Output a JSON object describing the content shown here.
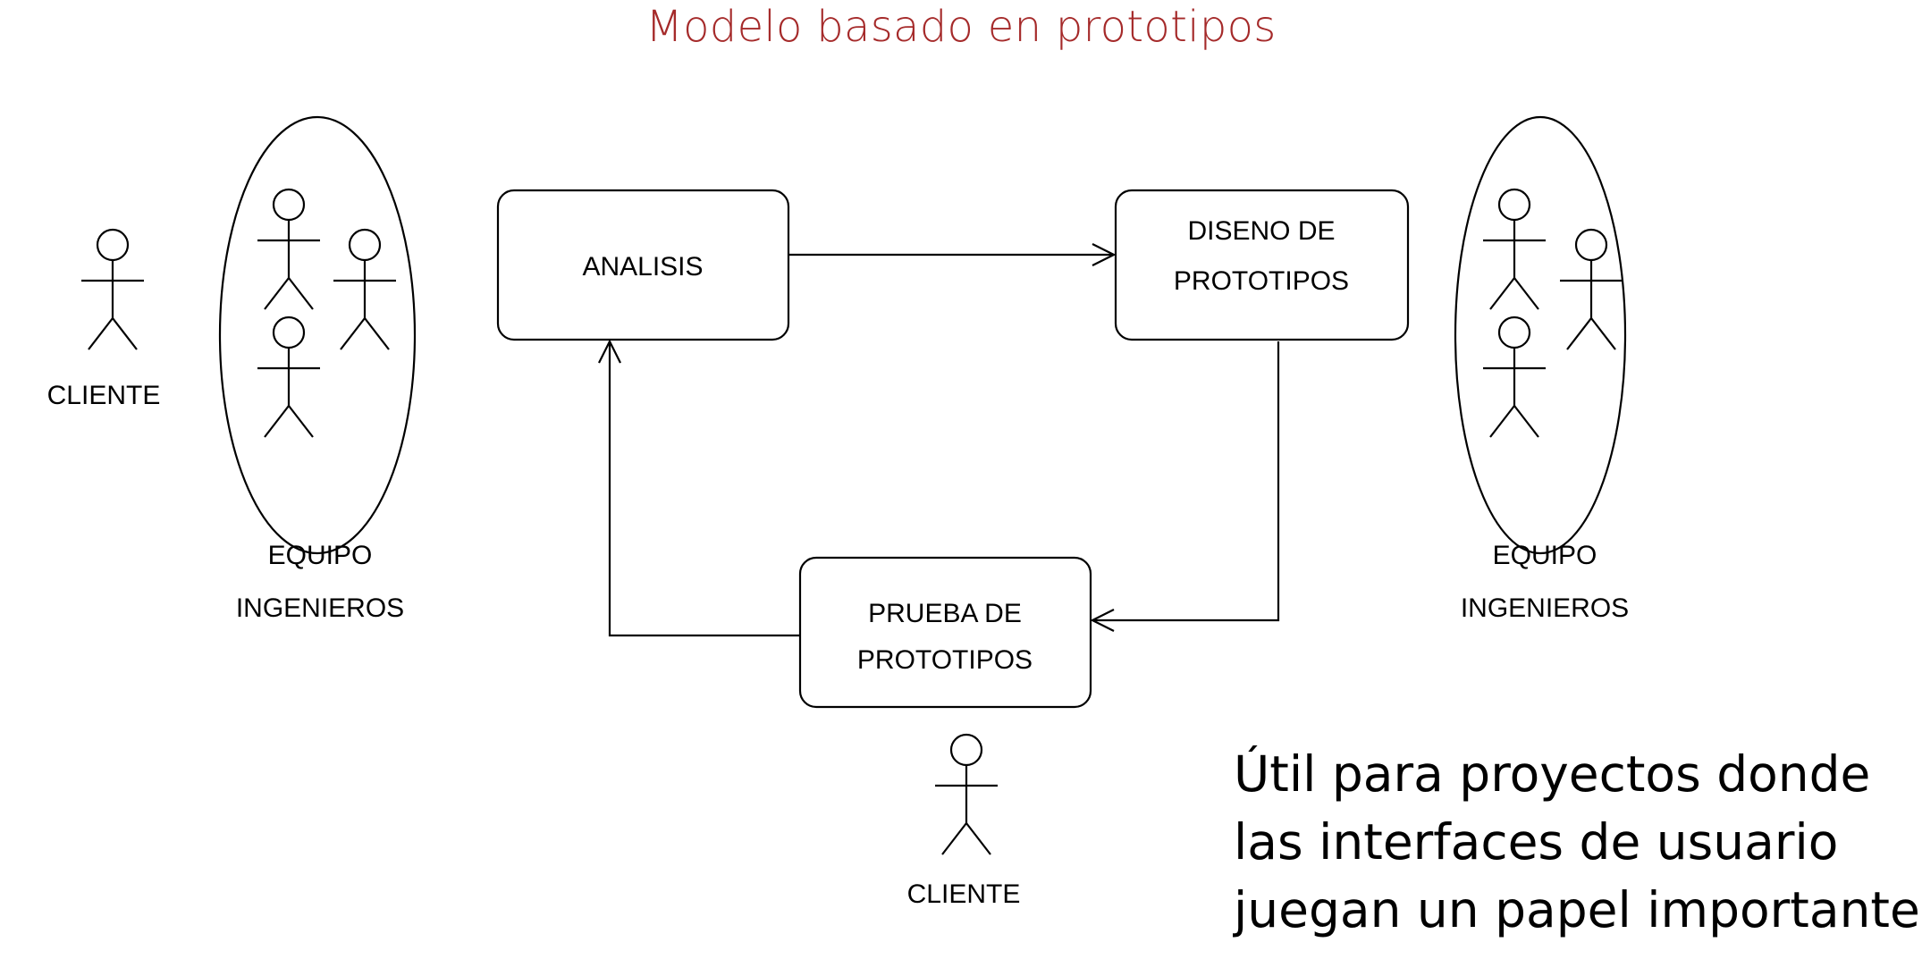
{
  "title": "Modelo basado en prototipos",
  "boxes": {
    "analisis": "ANALISIS",
    "diseno": [
      "DISENO DE",
      "PROTOTIPOS"
    ],
    "prueba": [
      "PRUEBA DE",
      "PROTOTIPOS"
    ]
  },
  "labels": {
    "cliente_left": "CLIENTE",
    "equipo_left": [
      "EQUIPO",
      "INGENIEROS"
    ],
    "equipo_right": [
      "EQUIPO",
      "INGENIEROS"
    ],
    "cliente_bottom": "CLIENTE"
  },
  "note": [
    "Útil para proyectos donde",
    "las interfaces de usuario",
    "juegan un papel importante."
  ],
  "colors": {
    "title": "#a52a2a"
  }
}
